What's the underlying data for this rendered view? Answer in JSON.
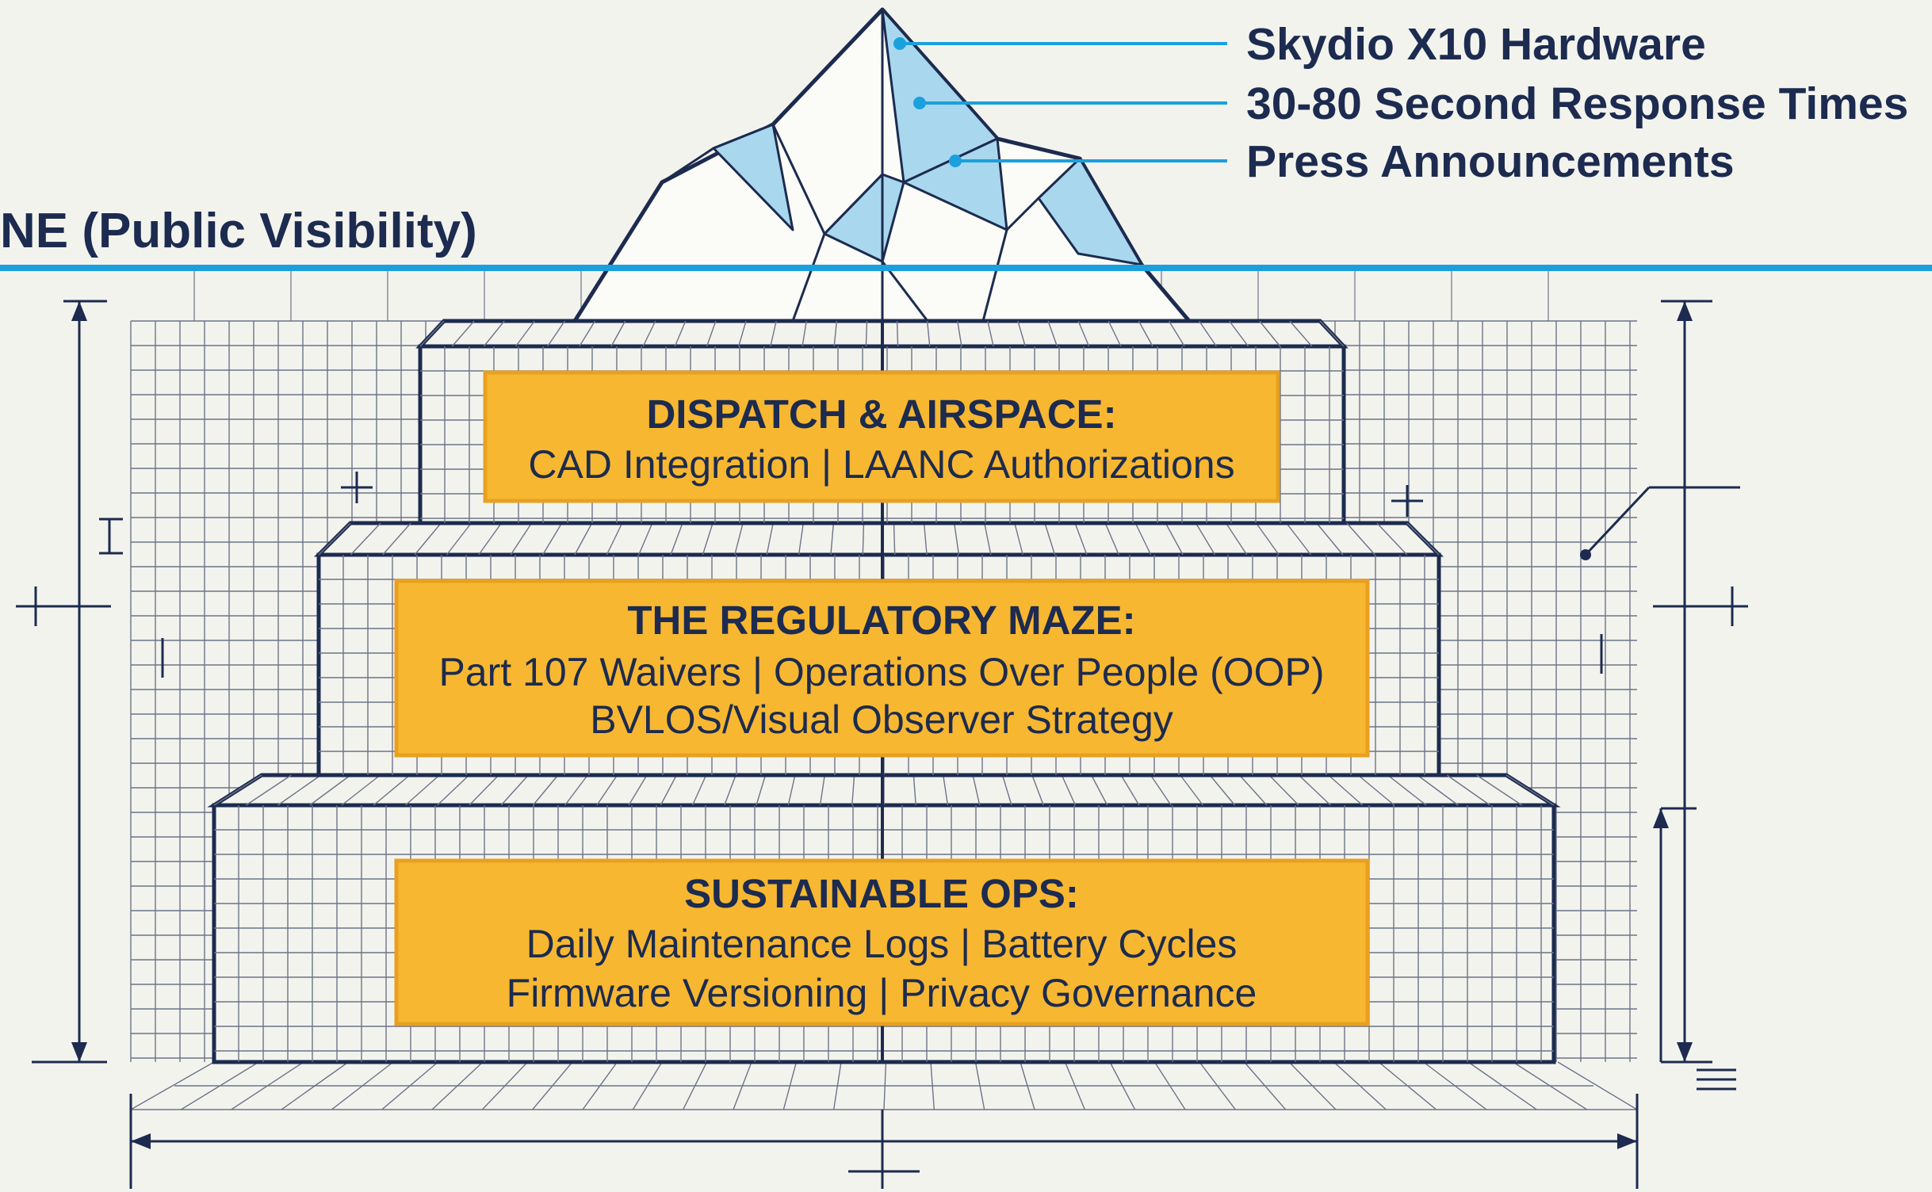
{
  "waterline": {
    "label": "NE (Public Visibility)",
    "color": "#1aa0dd"
  },
  "callouts": [
    {
      "text": "Skydio X10 Hardware"
    },
    {
      "text": "30-80 Second Response Times"
    },
    {
      "text": "Press Announcements"
    }
  ],
  "tiers": [
    {
      "title": "DISPATCH & AIRSPACE:",
      "lines": [
        "CAD Integration | LAANC Authorizations"
      ]
    },
    {
      "title": "THE REGULATORY MAZE:",
      "lines": [
        "Part 107 Waivers | Operations Over People (OOP)",
        "BVLOS/Visual Observer Strategy"
      ]
    },
    {
      "title": "SUSTAINABLE OPS:",
      "lines": [
        "Daily Maintenance Logs | Battery Cycles",
        "Firmware Versioning | Privacy Governance"
      ]
    }
  ],
  "colors": {
    "ink": "#1c2b4f",
    "grid": "#6b7488",
    "label_fill": "#f7b731",
    "label_border": "#e8a020",
    "ice_fill": "#a9d7ee",
    "background": "#f3f3ee"
  }
}
